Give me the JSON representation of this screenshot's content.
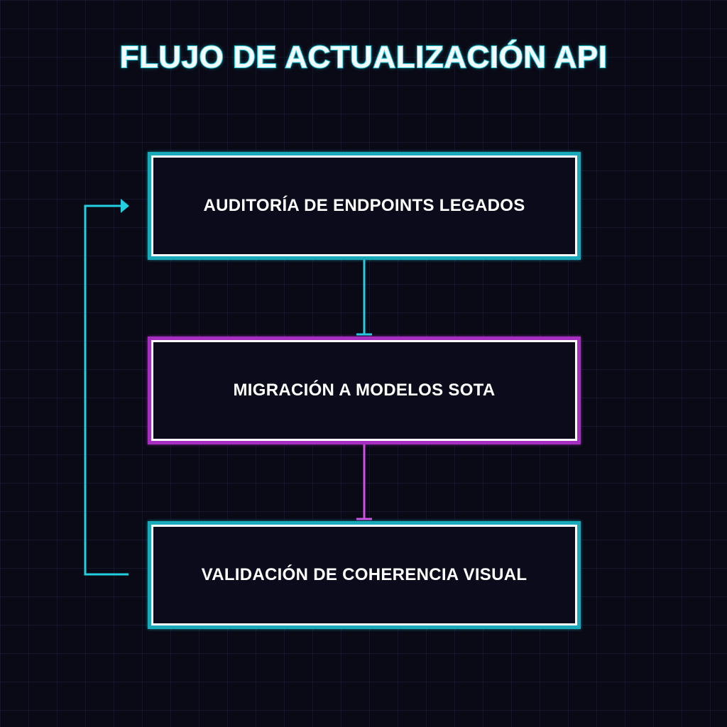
{
  "diagram": {
    "title": "FLUJO DE ACTUALIZACIÓN API",
    "colors": {
      "background": "#0a0a16",
      "cyan": "#22cfe0",
      "magenta": "#d44de8",
      "text": "#ffffff"
    },
    "steps": [
      {
        "label": "AUDITORÍA DE ENDPOINTS LEGADOS",
        "color": "cyan"
      },
      {
        "label": "MIGRACIÓN A MODELOS SOTA",
        "color": "magenta"
      },
      {
        "label": "VALIDACIÓN DE COHERENCIA VISUAL",
        "color": "cyan"
      }
    ],
    "connections": [
      {
        "from": 1,
        "to": 2,
        "color": "cyan"
      },
      {
        "from": 2,
        "to": 3,
        "color": "magenta"
      },
      {
        "from": 3,
        "to": 1,
        "color": "cyan",
        "type": "loop-back"
      }
    ]
  }
}
